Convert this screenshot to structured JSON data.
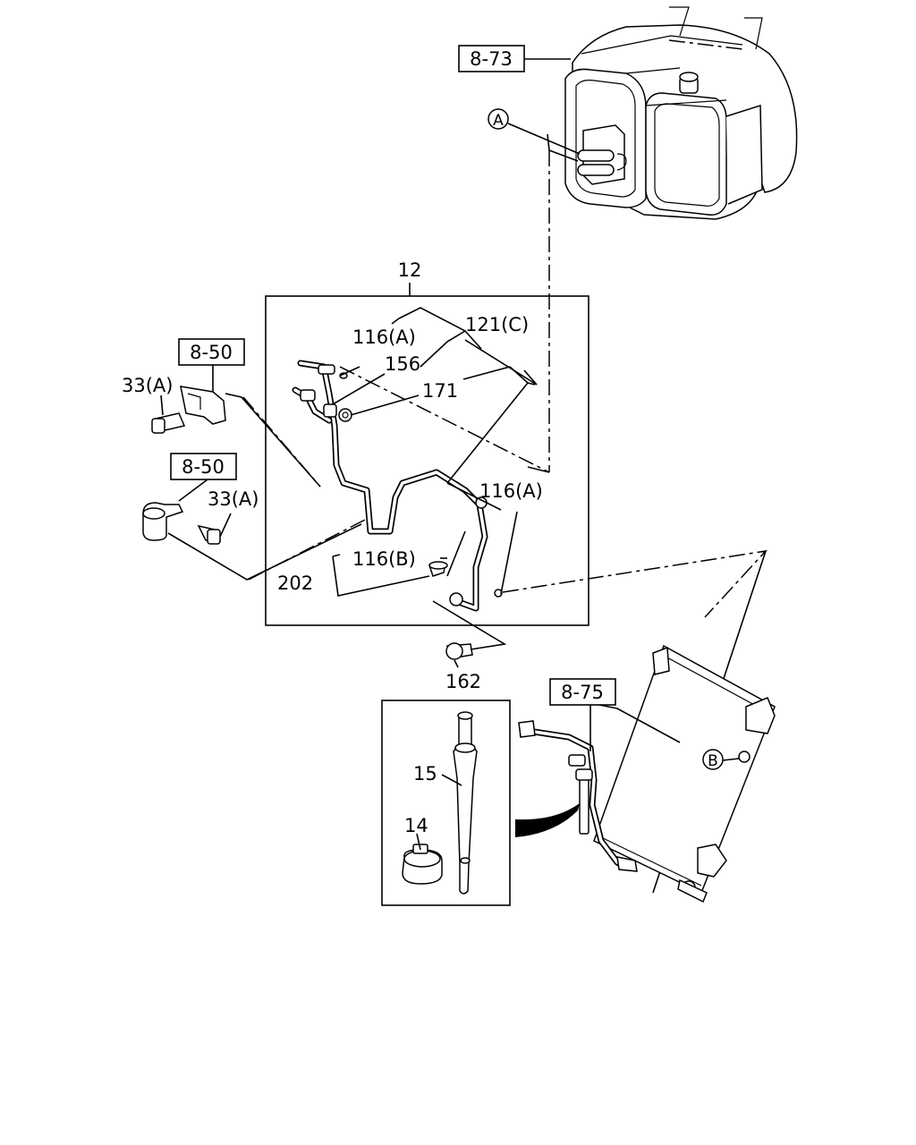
{
  "refs": {
    "ref_8_73": "8-73",
    "ref_8_50_top": "8-50",
    "ref_8_50_bottom": "8-50",
    "ref_8_75": "8-75"
  },
  "callouts": {
    "circle_a": "A",
    "circle_b": "B"
  },
  "labels": {
    "p12": "12",
    "p116a_top": "116(A)",
    "p121c": "121(C)",
    "p156": "156",
    "p171": "171",
    "p33a_top": "33(A)",
    "p33a_bottom": "33(A)",
    "p116a_right": "116(A)",
    "p116b": "116(B)",
    "p202": "202",
    "p162": "162",
    "p15": "15",
    "p14": "14"
  }
}
